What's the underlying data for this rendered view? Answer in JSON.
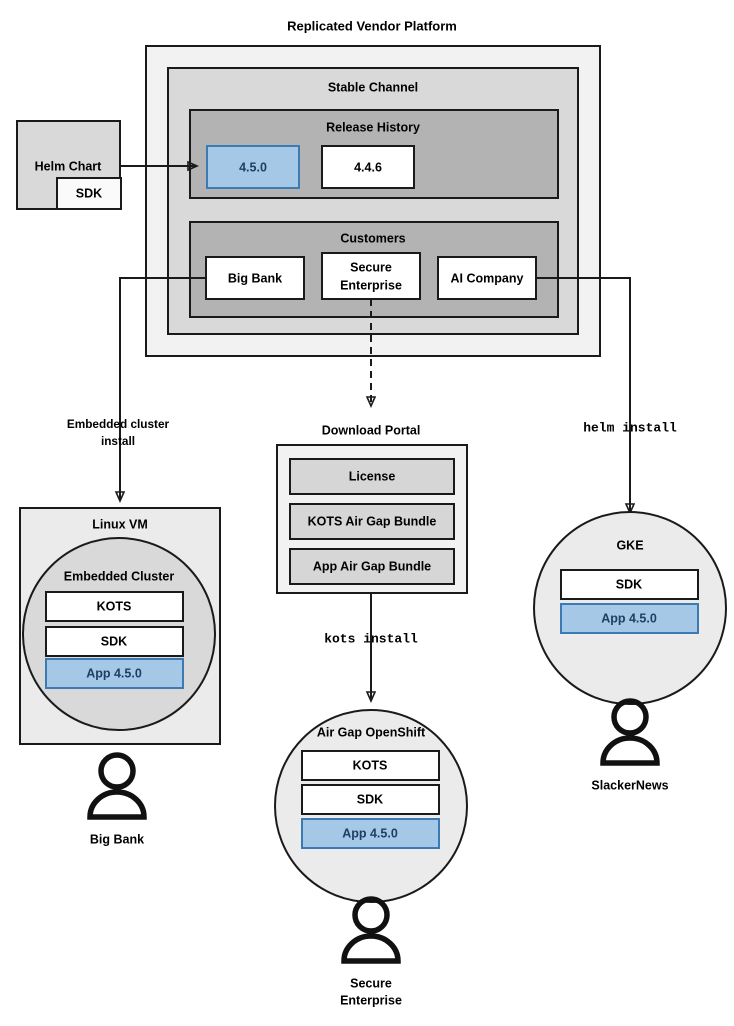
{
  "title": "Replicated Vendor Platform",
  "colors": {
    "accent_blue_fill": "#a5c8e6",
    "accent_blue_border": "#3d7ab4",
    "accent_blue_text": "#1f3f63",
    "platform_bg": "#f2f2f2",
    "channel_bg": "#d9d9d9",
    "release_bg": "#b3b3b3",
    "customers_bg": "#b3b3b3",
    "node_bg": "#ebebeb",
    "cluster_bg": "#d9d9d9",
    "bundle_bg": "#d6d6d6",
    "stroke": "#1a1a1a"
  },
  "source": {
    "helm_chart_label": "Helm Chart",
    "sdk_label": "SDK"
  },
  "platform": {
    "channel": {
      "label": "Stable Channel",
      "release_history": {
        "label": "Release History",
        "releases": [
          {
            "version": "4.5.0",
            "highlighted": true
          },
          {
            "version": "4.4.6",
            "highlighted": false
          }
        ]
      },
      "customers": {
        "label": "Customers",
        "items": [
          {
            "name": "Big Bank"
          },
          {
            "name": "Secure Enterprise",
            "line1": "Secure",
            "line2": "Enterprise"
          },
          {
            "name": "AI Company"
          }
        ]
      }
    }
  },
  "edges": [
    {
      "id": "embedded-cluster-install",
      "line1": "Embedded cluster",
      "line2": "install",
      "style": "solid",
      "mono": false
    },
    {
      "id": "download-portal-link",
      "label": "",
      "style": "dashed",
      "mono": false
    },
    {
      "id": "helm-install",
      "label": "helm install",
      "style": "solid",
      "mono": true
    },
    {
      "id": "kots-install",
      "label": "kots install",
      "style": "solid",
      "mono": true
    }
  ],
  "download_portal": {
    "title": "Download Portal",
    "artifacts": [
      {
        "label": "License"
      },
      {
        "label": "KOTS Air Gap Bundle"
      },
      {
        "label": "App Air Gap Bundle"
      }
    ]
  },
  "targets": [
    {
      "id": "linux-vm",
      "shape": "rect",
      "title": "Linux VM",
      "inner_title": "Embedded Cluster",
      "components": [
        {
          "label": "KOTS",
          "highlighted": false
        },
        {
          "label": "SDK",
          "highlighted": false
        },
        {
          "label": "App 4.5.0",
          "highlighted": true
        }
      ],
      "user": "Big Bank"
    },
    {
      "id": "air-gap-openshift",
      "shape": "circle",
      "title": "Air Gap OpenShift",
      "components": [
        {
          "label": "KOTS",
          "highlighted": false
        },
        {
          "label": "SDK",
          "highlighted": false
        },
        {
          "label": "App 4.5.0",
          "highlighted": true
        }
      ],
      "user": "Secure Enterprise",
      "user_line1": "Secure",
      "user_line2": "Enterprise"
    },
    {
      "id": "gke",
      "shape": "circle",
      "title": "GKE",
      "components": [
        {
          "label": "SDK",
          "highlighted": false
        },
        {
          "label": "App 4.5.0",
          "highlighted": true
        }
      ],
      "user": "SlackerNews"
    }
  ]
}
